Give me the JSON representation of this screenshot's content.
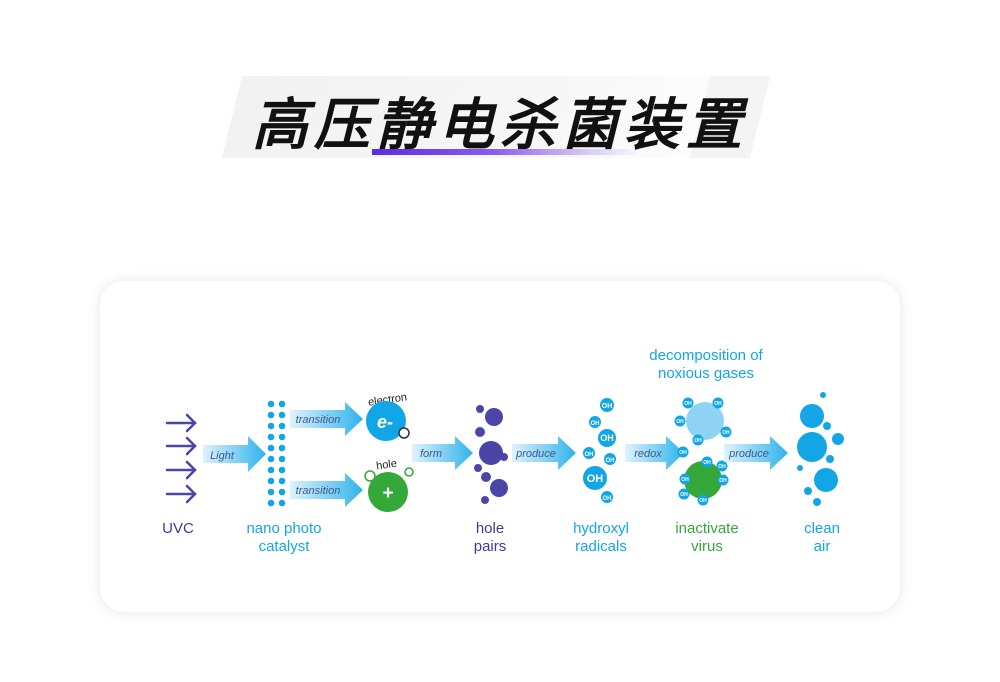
{
  "title": "高压静电杀菌装置",
  "diagram": {
    "top_note": "decomposition of noxious gases",
    "top_note_lines": [
      "decomposition of",
      "noxious gases"
    ],
    "arrow_labels": {
      "light": "Light",
      "transition_top": "transition",
      "transition_bottom": "transition",
      "form": "form",
      "produce_1": "produce",
      "redox": "redox",
      "produce_2": "produce"
    },
    "particle_labels": {
      "electron_word": "electron",
      "electron_symbol": "e-",
      "hole_word": "hole",
      "hole_symbol": "+",
      "oh": "OH"
    },
    "stages": [
      {
        "lines": [
          "UVC"
        ]
      },
      {
        "lines": [
          "nano photo",
          "catalyst"
        ]
      },
      {
        "lines": [
          "hole",
          "pairs"
        ]
      },
      {
        "lines": [
          "hydroxyl",
          "radicals"
        ]
      },
      {
        "lines": [
          "inactivate",
          "virus"
        ]
      },
      {
        "lines": [
          "clean",
          "air"
        ]
      }
    ],
    "colors": {
      "uvc": "#3d3a9a",
      "cyan": "#12a6e6",
      "green": "#35a83a",
      "purple": "#4b45a8",
      "light_blue": "#8ed3f3"
    }
  }
}
